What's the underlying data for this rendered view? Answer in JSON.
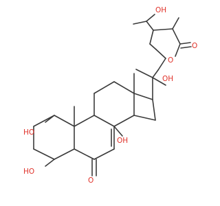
{
  "structure": {
    "colors": {
      "bond": "#3a3a3a",
      "heteroatom": "#e0322a",
      "background": "#ffffff"
    },
    "atom_labels": {
      "side_chain_hydroxyl": "OH",
      "side_chain_hydroxyl_dup": "HO",
      "c20_hydroxyl": "OH",
      "lactone_ring_oxygen": "O",
      "lactone_carbonyl_oxygen": "O",
      "c14_hydroxyl": "OH",
      "c2_hydroxyl": "HO",
      "c3_hydroxyl": "HO",
      "c6_ketone_oxygen": "O"
    }
  }
}
